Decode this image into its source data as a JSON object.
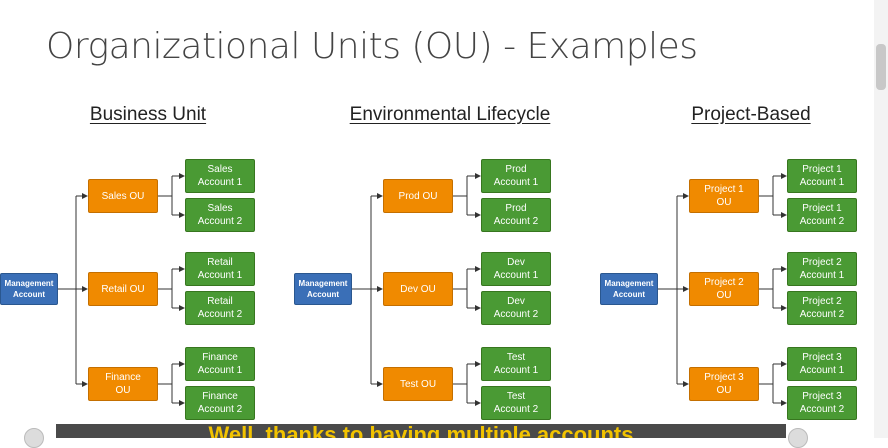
{
  "title": "Organizational Units (OU) - Examples",
  "sections": [
    {
      "header": "Business Unit",
      "management": "Management\nAccount",
      "ous": [
        {
          "label": "Sales OU",
          "accounts": [
            "Sales\nAccount 1",
            "Sales\nAccount 2"
          ]
        },
        {
          "label": "Retail OU",
          "accounts": [
            "Retail\nAccount 1",
            "Retail\nAccount 2"
          ]
        },
        {
          "label": "Finance\nOU",
          "accounts": [
            "Finance\nAccount 1",
            "Finance\nAccount 2"
          ]
        }
      ]
    },
    {
      "header": "Environmental Lifecycle",
      "management": "Management\nAccount",
      "ous": [
        {
          "label": "Prod OU",
          "accounts": [
            "Prod\nAccount 1",
            "Prod\nAccount 2"
          ]
        },
        {
          "label": "Dev OU",
          "accounts": [
            "Dev\nAccount 1",
            "Dev\nAccount 2"
          ]
        },
        {
          "label": "Test OU",
          "accounts": [
            "Test\nAccount 1",
            "Test\nAccount 2"
          ]
        }
      ]
    },
    {
      "header": "Project-Based",
      "management": "Management\nAccount",
      "ous": [
        {
          "label": "Project 1\nOU",
          "accounts": [
            "Project 1\nAccount 1",
            "Project 1\nAccount 2"
          ]
        },
        {
          "label": "Project 2\nOU",
          "accounts": [
            "Project 2\nAccount 1",
            "Project 2\nAccount 2"
          ]
        },
        {
          "label": "Project 3\nOU",
          "accounts": [
            "Project 3\nAccount 1",
            "Project 3\nAccount 2"
          ]
        }
      ]
    }
  ],
  "caption": "Well, thanks to having multiple accounts",
  "colors": {
    "management": "#3a6fb7",
    "ou": "#f08a00",
    "account": "#4a9a34",
    "caption": "#f2c300"
  }
}
